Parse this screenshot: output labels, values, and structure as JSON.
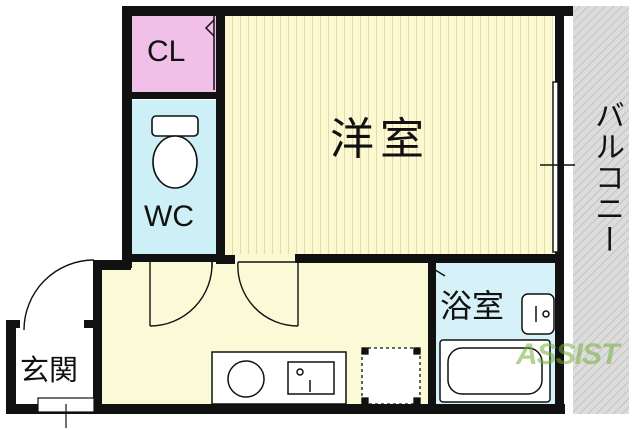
{
  "plan": {
    "rooms": {
      "closet": "CL",
      "western_room": "洋室",
      "toilet": "WC",
      "bathroom": "浴室",
      "entrance": "玄関",
      "balcony": "バルコニー"
    },
    "colors": {
      "wall": "#111111",
      "closet": "#f0c0e8",
      "wc": "#cdeff6",
      "bathroom": "#d6f1f8",
      "western_room": "#fcf8d2",
      "western_room_lines": "#e2dca6",
      "kitchen": "#fafad6",
      "balcony": "#d8d8d8"
    },
    "watermark": "ASSIST"
  }
}
